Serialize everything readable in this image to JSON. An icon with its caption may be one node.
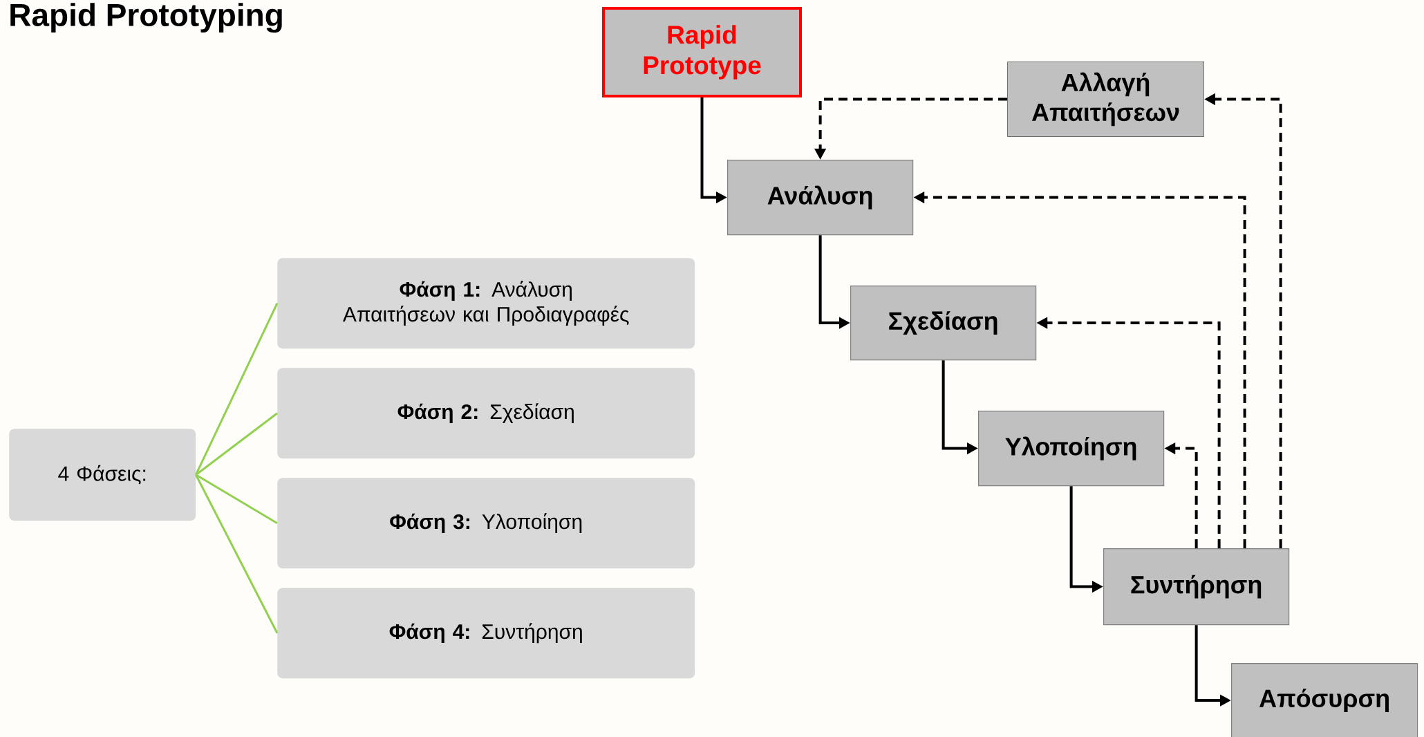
{
  "diagram": {
    "title": "Rapid Prototyping",
    "nodes": [
      {
        "text": [
          "4 Φάσεις:"
        ]
      },
      {
        "text": [
          "**Φάση 1:** Ανάλυση Απαιτήσεων και Προδιαγραφές"
        ]
      },
      {
        "text": [
          "**Φάση 2:** Σχεδίαση"
        ]
      },
      {
        "text": [
          "**Φάση 3:** Υλοποίηση"
        ]
      },
      {
        "text": [
          "**Φάση 4:** Συντήρηση"
        ]
      },
      {
        "text": [
          "Rapid Prototype"
        ]
      },
      {
        "text": [
          "Αλλαγή Απαιτήσεων"
        ]
      },
      {
        "text": [
          "Ανάλυση"
        ]
      },
      {
        "text": [
          "Σχεδίαση"
        ]
      },
      {
        "text": [
          "Υλοποίηση"
        ]
      },
      {
        "text": [
          "Συντήρηση"
        ]
      },
      {
        "text": [
          "Απόσυρση"
        ]
      }
    ],
    "edges": [
      {
        "from": 0,
        "to": 1,
        "arrow": "none",
        "color": "#92d050"
      },
      {
        "from": 0,
        "to": 2,
        "arrow": "none",
        "color": "#92d050"
      },
      {
        "from": 0,
        "to": 3,
        "arrow": "none",
        "color": "#92d050"
      },
      {
        "from": 0,
        "to": 4,
        "arrow": "none",
        "color": "#92d050"
      },
      {
        "from": 5,
        "to": 7,
        "arrow": "to"
      },
      {
        "from": 7,
        "to": 8,
        "arrow": "to"
      },
      {
        "from": 8,
        "to": 9,
        "arrow": "to"
      },
      {
        "from": 9,
        "to": 10,
        "arrow": "to"
      },
      {
        "from": 10,
        "to": 11,
        "arrow": "to"
      },
      {
        "from": 10,
        "to": 9,
        "arrow": "to",
        "style": "dashed"
      },
      {
        "from": 10,
        "to": 8,
        "arrow": "to",
        "style": "dashed"
      },
      {
        "from": 10,
        "to": 7,
        "arrow": "to",
        "style": "dashed"
      },
      {
        "from": 10,
        "to": 6,
        "arrow": "to",
        "style": "dashed"
      },
      {
        "from": 6,
        "to": 7,
        "arrow": "to",
        "style": "dashed"
      }
    ]
  }
}
